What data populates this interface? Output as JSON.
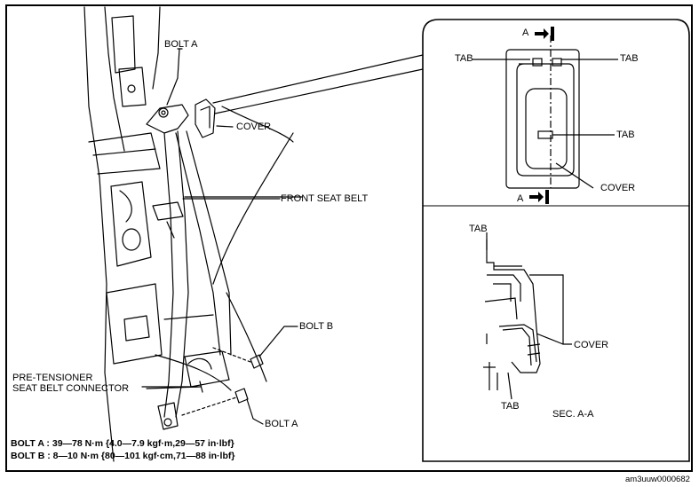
{
  "labels": {
    "bolt_a_top": "BOLT A",
    "cover_main": "COVER",
    "front_seat_belt": "FRONT SEAT BELT",
    "bolt_b": "BOLT B",
    "pretensioner_line1": "PRE-TENSIONER",
    "pretensioner_line2": "SEAT BELT CONNECTOR",
    "bolt_a_bottom": "BOLT A",
    "detail_a_top": "A",
    "detail_tab_left": "TAB",
    "detail_tab_right": "TAB",
    "detail_tab_mid": "TAB",
    "detail_cover": "COVER",
    "detail_a_bottom": "A",
    "sec_tab_top": "TAB",
    "sec_cover": "COVER",
    "sec_tab_bottom": "TAB",
    "sec_title": "SEC. A-A"
  },
  "torque": {
    "bolt_a": "BOLT A : 39—78 N·m {4.0—7.9 kgf·m,29—57 in·lbf}",
    "bolt_b": "BOLT B : 8—10 N·m {80—101 kgf·cm,71—88 in·lbf}"
  },
  "figure_code": "am3uuw0000682"
}
